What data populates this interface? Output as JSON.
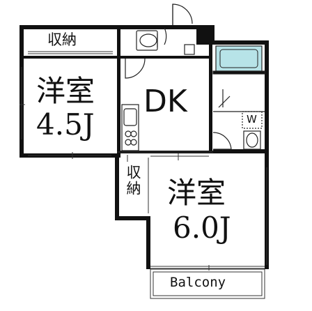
{
  "rooms": {
    "storage_top": "収納",
    "western_small_name": "洋室",
    "western_small_size": "4.5J",
    "dk": "DK",
    "storage_mid": "収納",
    "western_large_name": "洋室",
    "western_large_size": "6.0J",
    "washer": "W",
    "balcony": "Balcony"
  }
}
